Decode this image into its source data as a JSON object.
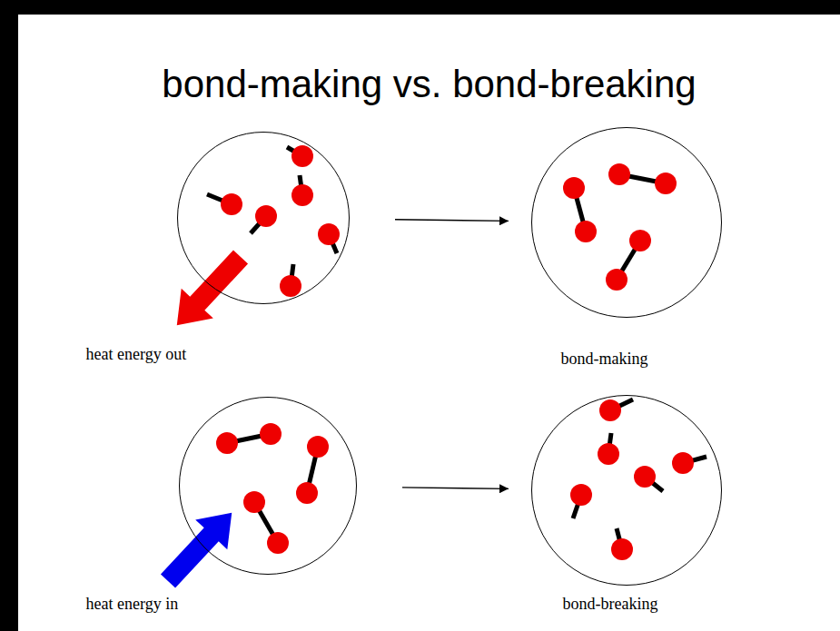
{
  "diagram": {
    "title": "bond-making vs. bond-breaking",
    "nodes": [
      {
        "text": [
          "heat energy out"
        ]
      },
      {
        "text": [
          "bond-making"
        ]
      },
      {
        "text": [
          "heat energy in"
        ]
      },
      {
        "text": [
          "bond-breaking"
        ]
      }
    ],
    "edges": [
      {
        "from": 0,
        "to": 1,
        "arrow": "to"
      },
      {
        "from": 2,
        "to": 3,
        "arrow": "to"
      }
    ]
  }
}
